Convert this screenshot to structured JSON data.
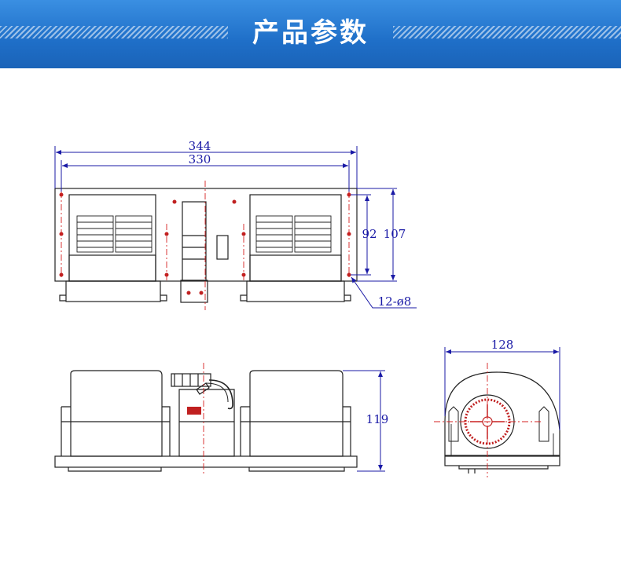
{
  "header": {
    "title": "产品参数",
    "background": "#1f6fc8"
  },
  "colors": {
    "outline": "#222222",
    "dimension": "#1a1aa6",
    "centerline": "#d62020"
  },
  "dimensions": {
    "overall_width": "344",
    "hole_spacing_width": "330",
    "hole_spacing_height": "92",
    "overall_height": "107",
    "holes": "12-ø8",
    "side_height": "119",
    "side_width": "128"
  }
}
